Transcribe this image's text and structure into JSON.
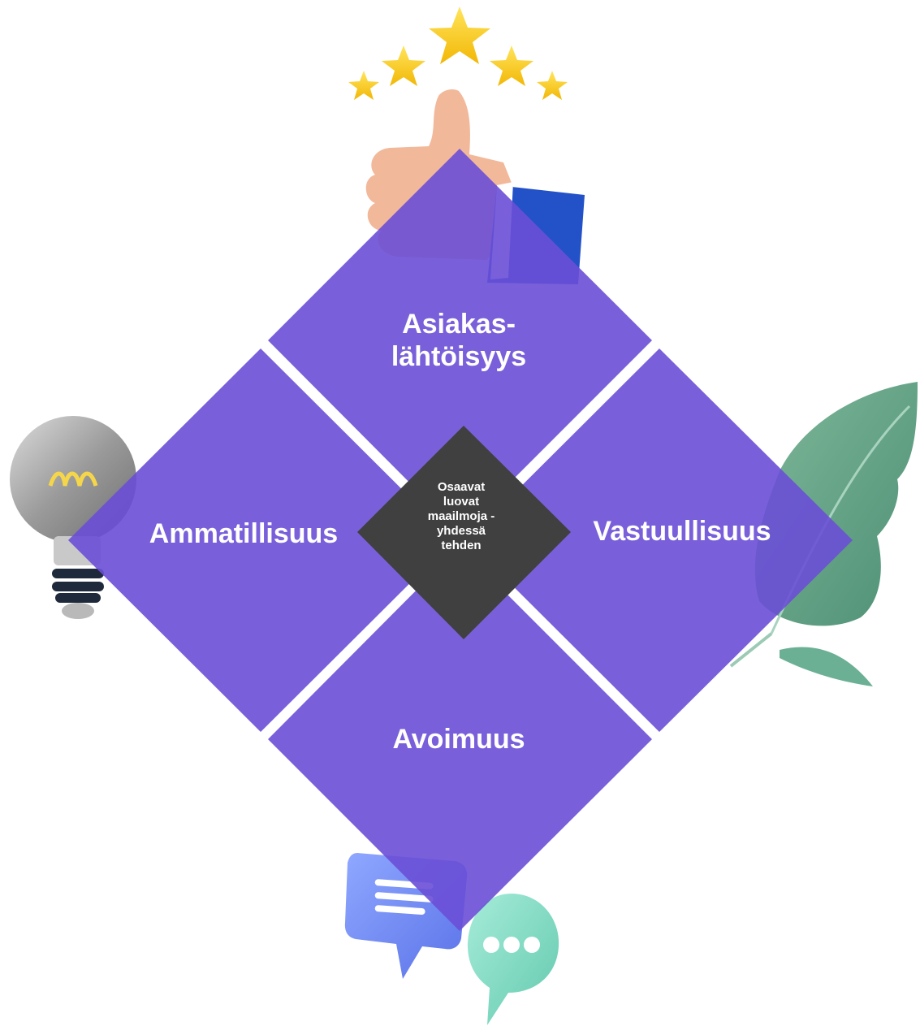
{
  "quadrants": {
    "top": "Asiakas-\nlähtöisyys",
    "left": "Ammatillisuus",
    "right": "Vastuullisuus",
    "bottom": "Avoimuus"
  },
  "center": "Osaavat\nluovat\nmaailmoja -\nyhdessä\ntehden",
  "decorations": {
    "top": "thumbs-up-with-stars-icon",
    "left": "light-bulb-icon",
    "right": "leaf-icon",
    "bottom": "chat-bubbles-icon"
  },
  "colors": {
    "quadrant": "#7860D8",
    "center": "#404040",
    "text": "#ffffff"
  }
}
